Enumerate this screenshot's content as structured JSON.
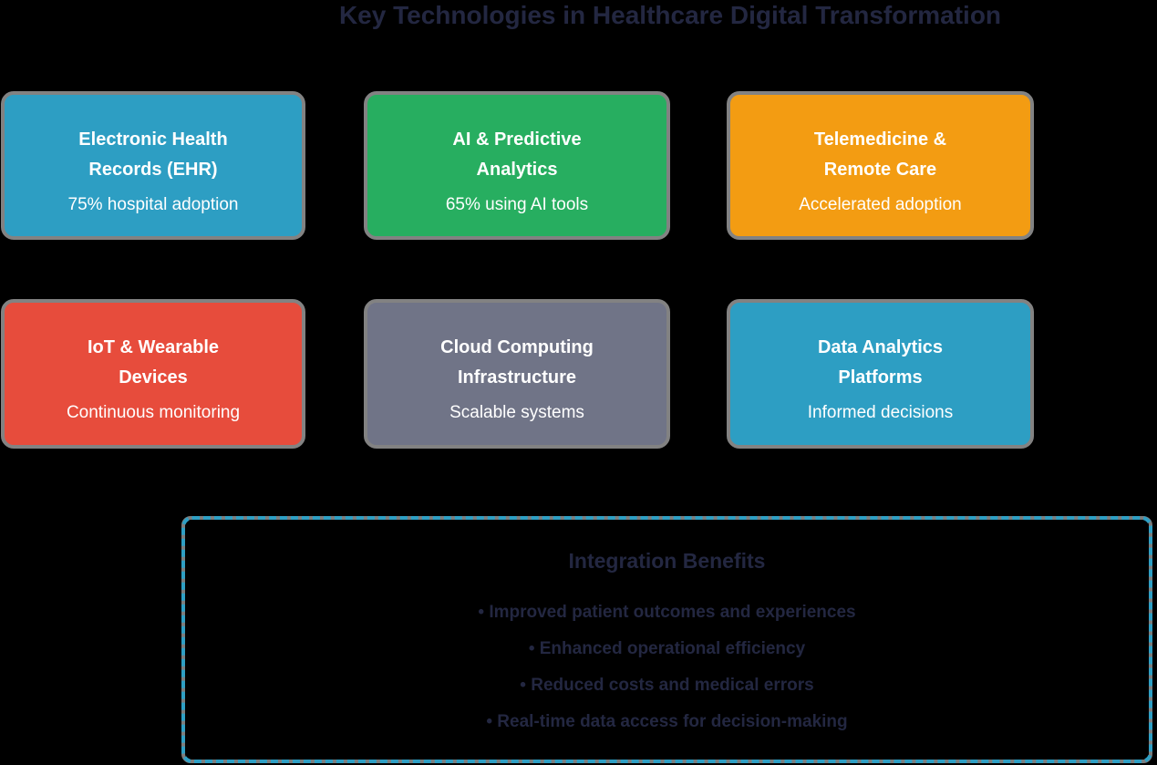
{
  "title": "Key Technologies in Healthcare Digital Transformation",
  "colors": {
    "background": "#000000",
    "dark_text": "#232741",
    "card_text": "#FFFFFF",
    "card_border_gray": "#828282",
    "benefits_border_gray": "#7D7D7D",
    "benefits_dashed_blue": "#2E9FC4",
    "blue": "#2D9EC3",
    "green": "#27AE60",
    "orange": "#F39C12",
    "red": "#E74C3C",
    "slate": "#707487"
  },
  "cards": [
    {
      "title": "Electronic Health\nRecords (EHR)",
      "subtitle": "75% hospital adoption",
      "color": "#2D9EC3"
    },
    {
      "title": "AI & Predictive\nAnalytics",
      "subtitle": "65% using AI tools",
      "color": "#27AE60"
    },
    {
      "title": "Telemedicine &\nRemote Care",
      "subtitle": "Accelerated adoption",
      "color": "#F39C12"
    },
    {
      "title": "IoT & Wearable\nDevices",
      "subtitle": "Continuous monitoring",
      "color": "#E74C3C"
    },
    {
      "title": "Cloud Computing\nInfrastructure",
      "subtitle": "Scalable systems",
      "color": "#707487"
    },
    {
      "title": "Data Analytics\nPlatforms",
      "subtitle": "Informed decisions",
      "color": "#2D9EC3"
    }
  ],
  "benefits": {
    "heading": "Integration Benefits",
    "items": [
      "• Improved patient outcomes and experiences",
      "• Enhanced operational efficiency",
      "• Reduced costs and medical errors",
      "• Real-time data access for decision-making"
    ]
  }
}
